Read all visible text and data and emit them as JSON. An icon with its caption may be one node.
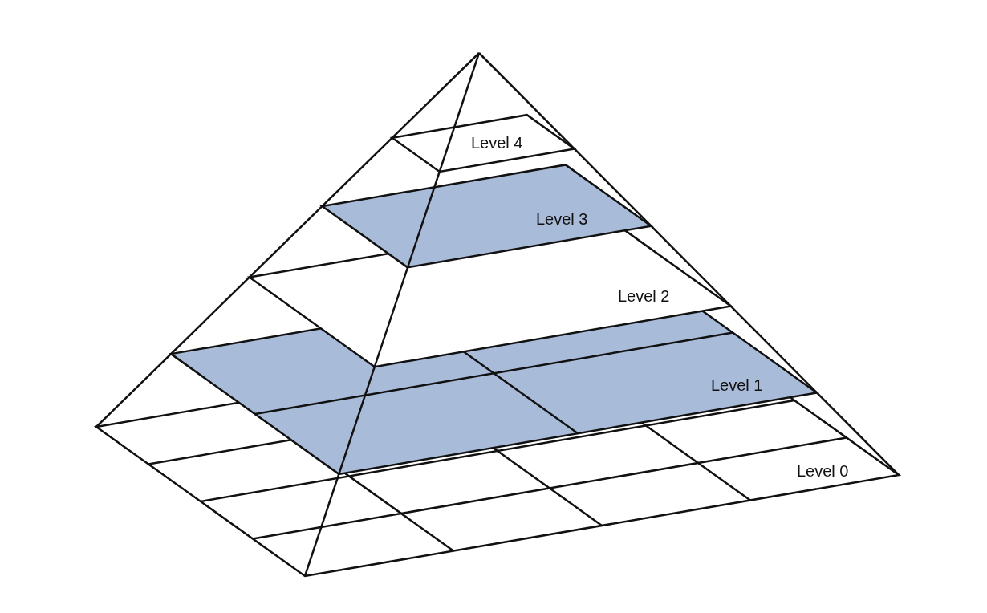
{
  "diagram": {
    "labels": [
      "Level 4",
      "Level 3",
      "Level 2",
      "Level 1",
      "Level 0"
    ]
  }
}
